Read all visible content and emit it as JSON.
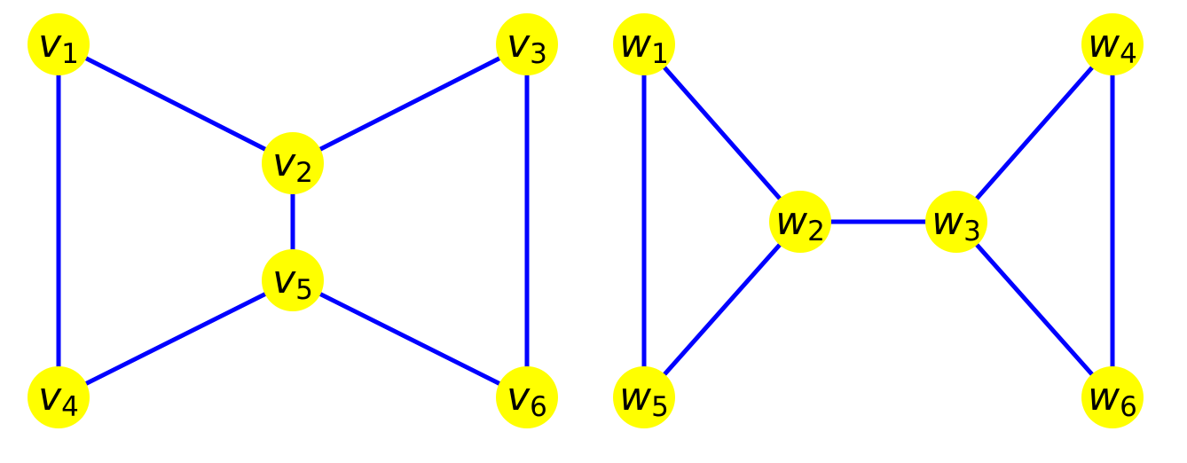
{
  "colors": {
    "node_fill": "#ffff00",
    "edge_stroke": "#0000ff",
    "label_text": "#000000",
    "background": "#ffffff"
  },
  "graphs": [
    {
      "id": "graph-v",
      "nodes": [
        {
          "id": "v1",
          "letter": "v",
          "index": "1"
        },
        {
          "id": "v2",
          "letter": "v",
          "index": "2"
        },
        {
          "id": "v3",
          "letter": "v",
          "index": "3"
        },
        {
          "id": "v4",
          "letter": "v",
          "index": "4"
        },
        {
          "id": "v5",
          "letter": "v",
          "index": "5"
        },
        {
          "id": "v6",
          "letter": "v",
          "index": "6"
        }
      ],
      "edges": [
        [
          "v1",
          "v2"
        ],
        [
          "v1",
          "v4"
        ],
        [
          "v2",
          "v3"
        ],
        [
          "v2",
          "v5"
        ],
        [
          "v3",
          "v6"
        ],
        [
          "v5",
          "v4"
        ],
        [
          "v5",
          "v6"
        ]
      ]
    },
    {
      "id": "graph-w",
      "nodes": [
        {
          "id": "w1",
          "letter": "w",
          "index": "1"
        },
        {
          "id": "w2",
          "letter": "w",
          "index": "2"
        },
        {
          "id": "w3",
          "letter": "w",
          "index": "3"
        },
        {
          "id": "w4",
          "letter": "w",
          "index": "4"
        },
        {
          "id": "w5",
          "letter": "w",
          "index": "5"
        },
        {
          "id": "w6",
          "letter": "w",
          "index": "6"
        }
      ],
      "edges": [
        [
          "w1",
          "w2"
        ],
        [
          "w1",
          "w5"
        ],
        [
          "w2",
          "w3"
        ],
        [
          "w2",
          "w5"
        ],
        [
          "w3",
          "w4"
        ],
        [
          "w3",
          "w6"
        ],
        [
          "w4",
          "w6"
        ]
      ]
    }
  ]
}
